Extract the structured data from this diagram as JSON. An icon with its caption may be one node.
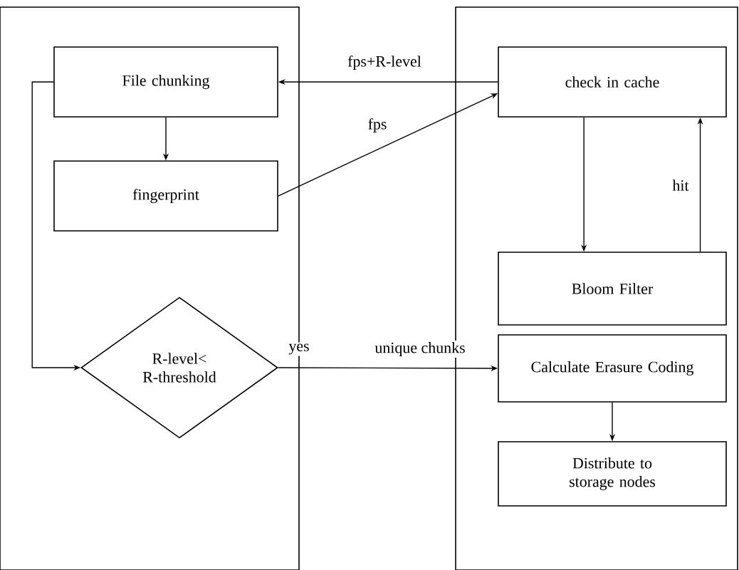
{
  "diagram": {
    "nodes": [
      {
        "text": [],
        "shape": "box"
      },
      {
        "text": [],
        "shape": "box"
      },
      {
        "text": [
          "File chunking"
        ],
        "in": 0
      },
      {
        "text": [
          "fingerprint"
        ],
        "in": 0
      },
      {
        "text": [
          "R-level< R-threshold"
        ],
        "in": 0
      },
      {
        "text": [
          "check in cache"
        ],
        "in": 1
      },
      {
        "text": [
          "Bloom Filter"
        ],
        "in": 1
      },
      {
        "text": [
          "Calculate Erasure Coding"
        ],
        "in": 1
      },
      {
        "text": [
          "Distribute to storage nodes"
        ],
        "in": 1
      }
    ],
    "edges": [
      {
        "from": 5,
        "to": 2,
        "arrow": "to",
        "label": "fps+R-level"
      },
      {
        "from": 2,
        "to": 3,
        "arrow": "to"
      },
      {
        "from": 3,
        "to": 5,
        "arrow": "to",
        "label": "fps"
      },
      {
        "from": 5,
        "to": 6,
        "arrow": "to"
      },
      {
        "from": 6,
        "to": 5,
        "arrow": "to",
        "label": "hit"
      },
      {
        "from": 2,
        "to": 4,
        "arrow": "to"
      },
      {
        "from": 4,
        "to": 7,
        "arrow": "to",
        "label": "unique chunks"
      },
      {
        "from": 7,
        "to": 8,
        "arrow": "to"
      }
    ],
    "labels": [
      "yes"
    ]
  }
}
